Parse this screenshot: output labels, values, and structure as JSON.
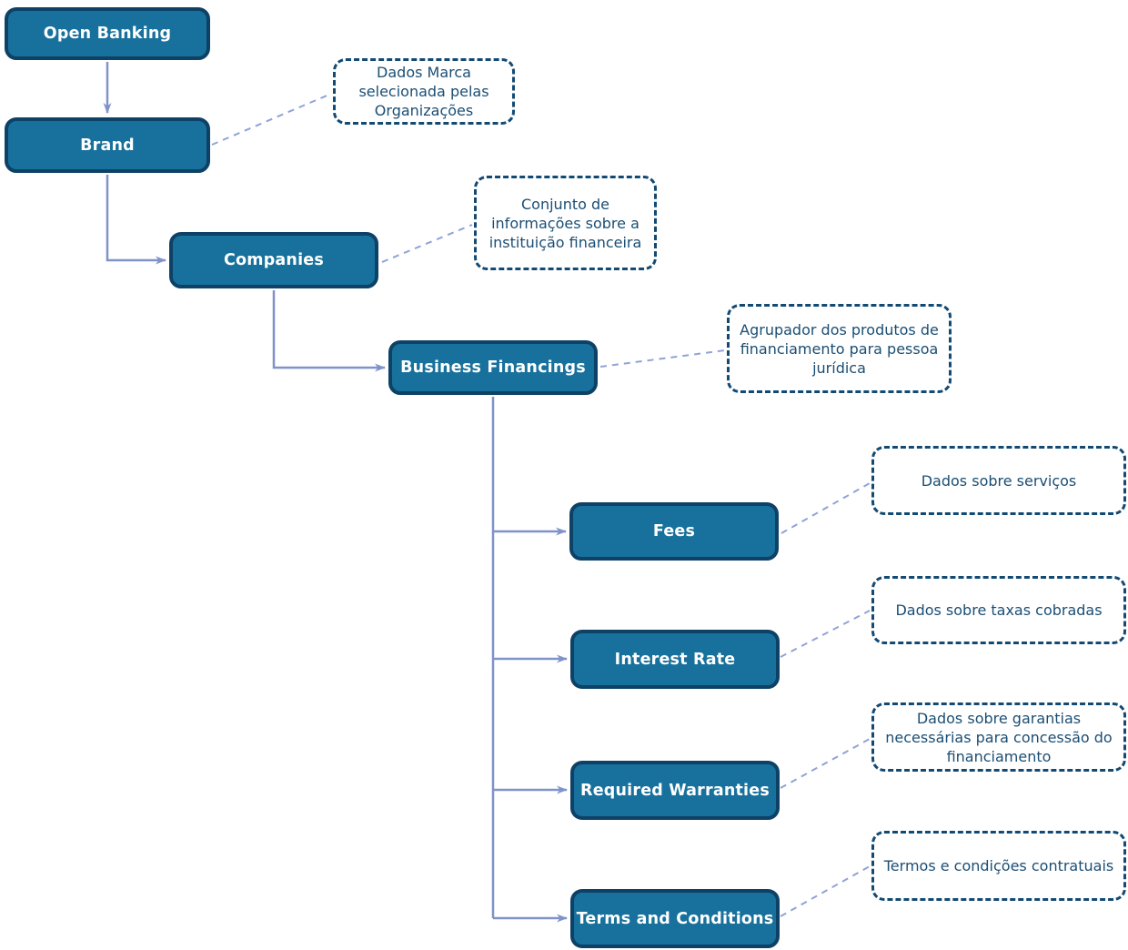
{
  "nodes": {
    "open_banking": {
      "label": "Open Banking"
    },
    "brand": {
      "label": "Brand",
      "annotation": "Dados Marca selecionada pelas Organizações"
    },
    "companies": {
      "label": "Companies",
      "annotation": "Conjunto de informações sobre a instituição financeira"
    },
    "business_financings": {
      "label": "Business Financings",
      "annotation": "Agrupador dos produtos de financiamento para pessoa jurídica"
    },
    "fees": {
      "label": "Fees",
      "annotation": "Dados sobre serviços"
    },
    "interest_rate": {
      "label": "Interest Rate",
      "annotation": "Dados sobre taxas cobradas"
    },
    "required_warranties": {
      "label": "Required Warranties",
      "annotation": "Dados sobre garantias necessárias para concessão do financiamento"
    },
    "terms_and_conditions": {
      "label": "Terms and Conditions",
      "annotation": "Termos e condições contratuais"
    }
  },
  "colors": {
    "node_fill": "#17719c",
    "node_border": "#0e4166",
    "node_text": "#ffffff",
    "annotation_border": "#134a73",
    "annotation_text": "#1b4e74",
    "solid_connector": "#8093c9",
    "dashed_connector": "#8fa3d6"
  }
}
